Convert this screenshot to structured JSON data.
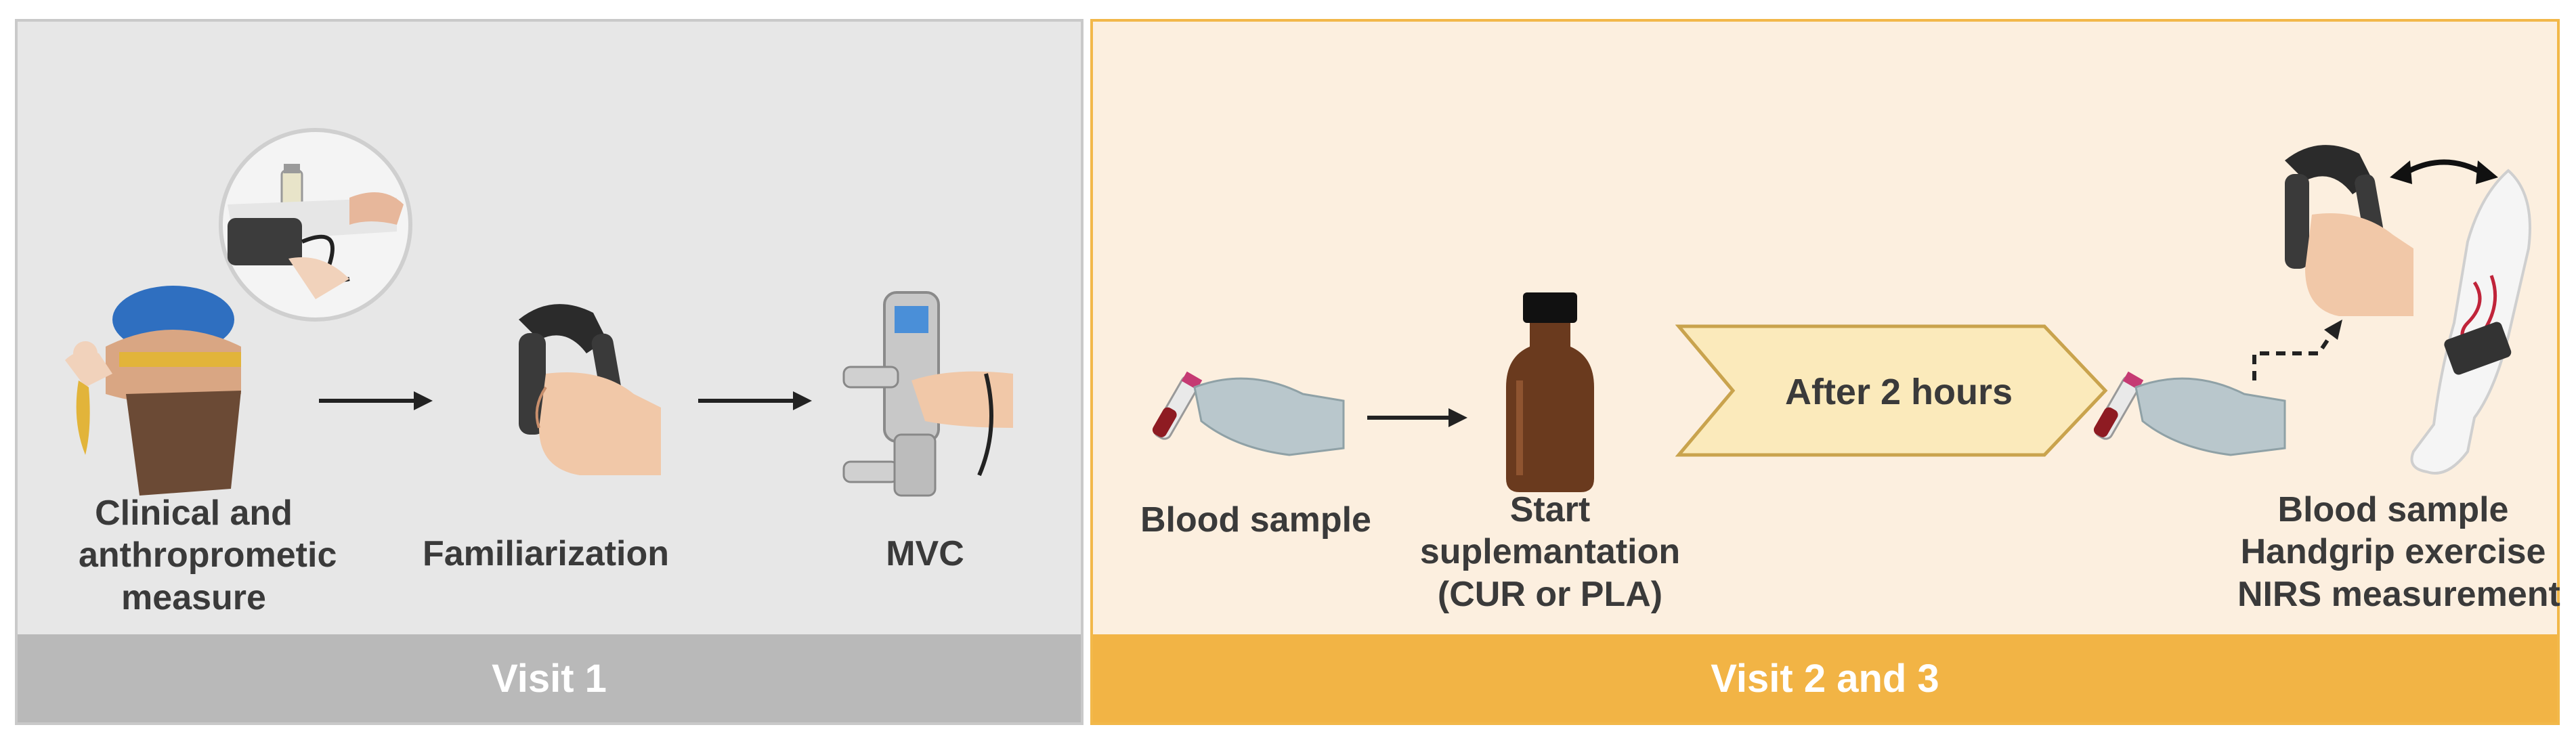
{
  "visit1": {
    "footer": "Visit 1",
    "steps": [
      {
        "lines": [
          "Clinical and",
          "anthroprometic",
          "measure"
        ]
      },
      {
        "lines": [
          "Familiarization"
        ]
      },
      {
        "lines": [
          "MVC"
        ]
      }
    ]
  },
  "visit2": {
    "footer": "Visit 2 and 3",
    "after_label": "After 2 hours",
    "steps": [
      {
        "lines": [
          "Blood sample"
        ]
      },
      {
        "lines": [
          "Start",
          "suplemantation",
          "(CUR or PLA)"
        ]
      },
      {
        "lines": [
          "Blood sample",
          "Handgrip exercise",
          "NIRS measurement"
        ]
      }
    ]
  },
  "colors": {
    "panel1_bg": "#e7e7e7",
    "panel1_footer": "#b9b9b9",
    "panel2_bg": "#fcefdf",
    "panel2_footer": "#f2b445",
    "after_box": "#fbeabb"
  }
}
